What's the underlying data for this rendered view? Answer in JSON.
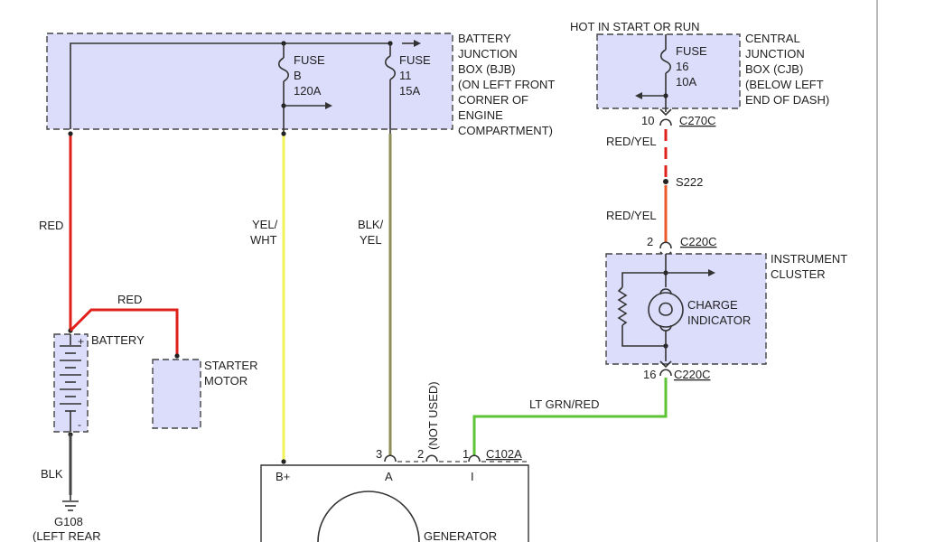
{
  "colors": {
    "red": "#e0201a",
    "yellow": "#f2f25a",
    "olive": "#8f8f58",
    "green": "#5cc435",
    "orange_red": "#ea5a2a",
    "black_wire": "#444444",
    "box_fill": "#dcdcfb"
  },
  "bjb": {
    "label_lines": [
      "BATTERY",
      "JUNCTION",
      "BOX (BJB)",
      "(ON LEFT FRONT",
      "CORNER OF",
      "ENGINE",
      "COMPARTMENT)"
    ],
    "fuse_b": [
      "FUSE",
      "B",
      "120A"
    ],
    "fuse_11": [
      "FUSE",
      "11",
      "15A"
    ]
  },
  "cjb": {
    "hot_label": "HOT IN START OR RUN",
    "label_lines": [
      "CENTRAL",
      "JUNCTION",
      "BOX (CJB)",
      "(BELOW LEFT",
      "END OF DASH)"
    ],
    "fuse_16": [
      "FUSE",
      "16",
      "10A"
    ]
  },
  "connectors": {
    "c270c_pin": "10",
    "c270c_name": "C270C",
    "splice": "S222",
    "c220c_top_pin": "2",
    "c220c_top_name": "C220C",
    "c220c_bot_pin": "16",
    "c220c_bot_name": "C220C",
    "c102a_pin3": "3",
    "c102a_pin2": "2",
    "c102a_pin1": "1",
    "c102a_name": "C102A",
    "not_used": "(NOT USED)"
  },
  "wires": {
    "red_left": "RED",
    "red_starter": "RED",
    "yel_wht": [
      "YEL/",
      "WHT"
    ],
    "blk_yel": [
      "BLK/",
      "YEL"
    ],
    "red_yel_top": "RED/YEL",
    "red_yel_bottom": "RED/YEL",
    "lt_grn_red": "LT GRN/RED",
    "blk": "BLK"
  },
  "components": {
    "battery": "BATTERY",
    "battery_plus": "+",
    "battery_minus": "-",
    "starter_lines": [
      "STARTER",
      "MOTOR"
    ],
    "instrument_lines": [
      "INSTRUMENT",
      "CLUSTER"
    ],
    "charge_lines": [
      "CHARGE",
      "INDICATOR"
    ],
    "ground": "G108",
    "ground_loc": "(LEFT REAR",
    "generator": "GENERATOR",
    "gen_b_plus": "B+",
    "gen_a": "A",
    "gen_i": "I"
  }
}
